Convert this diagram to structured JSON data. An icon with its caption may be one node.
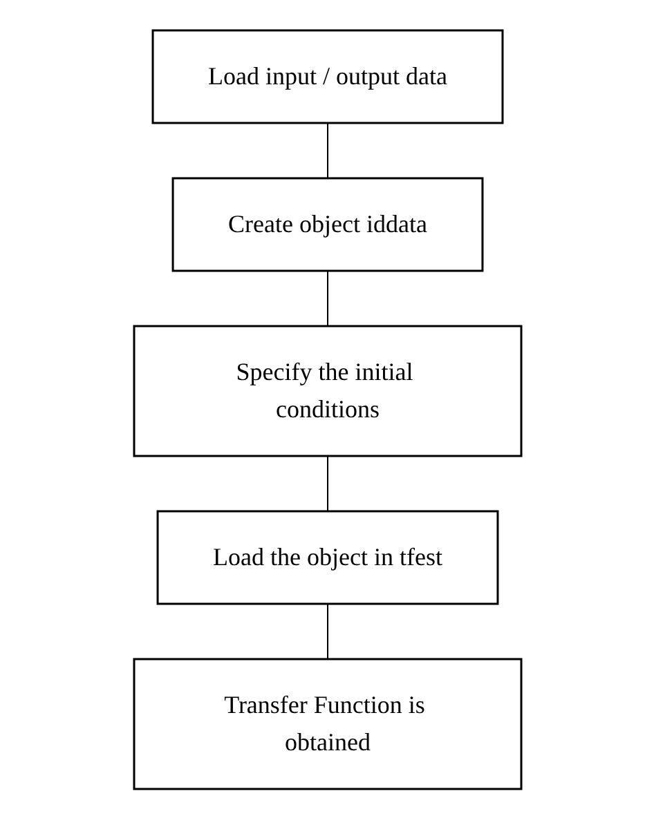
{
  "diagram": {
    "nodes": [
      {
        "text": [
          "Load input / output data"
        ]
      },
      {
        "text": [
          "Create object iddata"
        ]
      },
      {
        "text": [
          "Specify the initial conditions"
        ]
      },
      {
        "text": [
          "Load the object in tfest"
        ]
      },
      {
        "text": [
          "Transfer Function is obtained"
        ]
      }
    ],
    "edges": [
      {
        "from": 0,
        "to": 1,
        "arrow": "none"
      },
      {
        "from": 1,
        "to": 2,
        "arrow": "none"
      },
      {
        "from": 2,
        "to": 3,
        "arrow": "none"
      },
      {
        "from": 3,
        "to": 4,
        "arrow": "none"
      }
    ]
  }
}
